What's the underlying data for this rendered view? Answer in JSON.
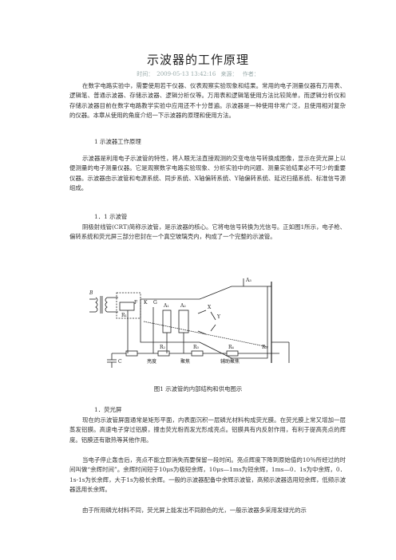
{
  "doc": {
    "title": "示波器的工作原理",
    "meta": {
      "time_label": "时间：",
      "time": "2009-05-13 13:42:16",
      "source_label": "来源：",
      "author_label": "作者："
    },
    "intro": "在数字电路实验中，需要使用若干仪器、仪表观察实验现象和结果。常用的电子测量仪器有万用表、逻辑笔、普通示波器、存储示波器、逻辑分析仪等。万用表和逻辑笔使用方法比较简单，而逻辑分析仪和存储示波器目前在数字电路教学实验中应用还不十分普遍。示波器是一种使用非常广泛，且使用相对复杂的仪器。本章从使用的角度介绍一下示波器的原理和使用方法。",
    "sec1": "1  示波器工作原理",
    "sec1_para": "示波器是利用电子示波管的特性，将人眼无法直接观测的交变电信号转换成图像，显示在荧光屏上以便测量的电子测量仪器。它是观察数字电路实验现象、分析实验中的问题、测量实验结果必不可少的重要仪器。示波器由示波管和电源系统、同步系统、X轴偏转系统、Y轴偏转系统、延迟扫描系统、标准信号源组成。",
    "sec11": "1．1  示波管",
    "sec11_para": "阴极射线管(CRT)简称示波管，是示波器的核心。它将电信号转换为光信号。正如图1所示，电子枪、偏转系统和荧光屏三部分密封在一个真空玻璃壳内，构成了一个完整的示波管。",
    "figure_caption": "图1  示波管的内部结构和供电图示",
    "sec1a": "1．荧光屏",
    "para2": "现在的示波管屏面通常是矩形平面，内表面沉积一层磷光材料构成荧光膜。在荧光膜上常又增加一层蒸发铝膜。高速电子穿过铝膜，撞击荧光粉而发光形成亮点。铝膜具有内反射作用，有利于提高亮点的辉度。铝膜还有散热等其他作用。",
    "para3": "当电子停止轰击后，亮点不能立即消失而要保留一段时间。亮点辉度下降到原始值的10％所经过的时间叫做“余辉时间”。余辉时间短于10μs为极短余辉，10μs—1ms为短余辉，1ms—0．1s为中余辉，0．1s-1s为长余辉，大于1s为极长余辉。一般的示波器配备中余辉示波管，高频示波器选用短余辉，低频示波器选用长余辉。",
    "para4": "由于所用磷光材料不同，荧光屏上能发出不同颜色的光，一般示波器多采用发绿光的示",
    "figure_labels": {
      "b": "B",
      "r1": "R₁",
      "k": "K",
      "f": "F",
      "g": "G",
      "a1": "A₁",
      "a2": "A₂",
      "x": "X",
      "y": "Y",
      "a3": "A₃",
      "c": "C",
      "r2": "R₂",
      "r3": "R₃",
      "r4": "R₄",
      "r5": "R₅",
      "brightness": "亮度",
      "focus": "聚焦",
      "aux_focus": "辅助聚焦"
    }
  }
}
